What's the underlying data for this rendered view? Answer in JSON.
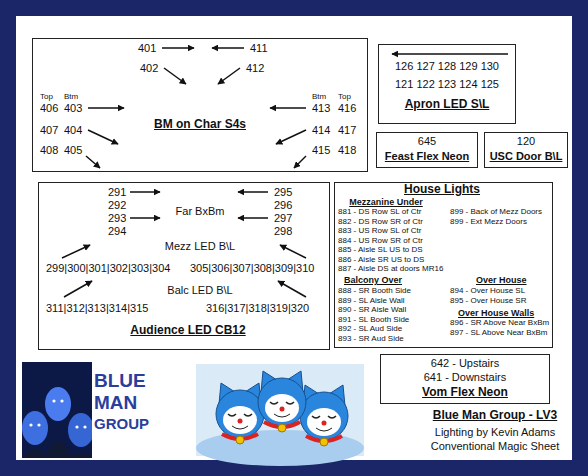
{
  "diagram": {
    "title": "Blue Man Group - LV3",
    "nodes": [
      {
        "text": [
          "401",
          "411",
          "402",
          "412",
          "Top",
          "Btm",
          "Btm",
          "Top",
          "406",
          "403",
          "413",
          "416",
          "BM on Char S4s",
          "407",
          "404",
          "414",
          "417",
          "408",
          "405",
          "415",
          "418"
        ]
      },
      {
        "text": [
          "126 127 128 129 130",
          "121 122 123 124 125",
          "Apron LED S\\L"
        ]
      },
      {
        "text": [
          "645",
          "Feast Flex Neon"
        ]
      },
      {
        "text": [
          "120",
          "USC Door B\\L"
        ]
      },
      {
        "text": [
          "291",
          "295",
          "292",
          "Far BxBm",
          "296",
          "293",
          "297",
          "294",
          "298",
          "Mezz LED B\\L",
          "299|300|301|302|303|304",
          "305|306|307|308|309|310",
          "Balc LED B\\L",
          "311|312|313|314|315",
          "316|317|318|319|320",
          "Audience LED CB12"
        ]
      },
      {
        "text": [
          "House Lights",
          "Mezzanine Under",
          "881 - DS Row SL of Ctr",
          "899 - Back of Mezz Doors",
          "882 - DS Row SR of Ctr",
          "899 - Ext Mezz Doors",
          "883 - US Row SL of Ctr",
          "884 - US Row SR of Ctr",
          "885 - Aisle SL US to DS",
          "886 - Aisle SR US to DS",
          "887 - Aisle DS at doors MR16",
          "Balcony Over",
          "Over House",
          "888 - SR Booth Side",
          "894 - Over House SL",
          "889 - SL Aisle Wall",
          "895 - Over House SR",
          "890 - SR Aisle Wall",
          "891 - SL Booth Side",
          "Over House Walls",
          "892 - SL Aud Side",
          "896 - SR Above Near BxBm",
          "893 - SR Aud Side",
          "897 - SL Above Near BxBm"
        ]
      },
      {
        "text": [
          "642 - Upstairs",
          "641 - Downstairs",
          "Vom Flex Neon"
        ]
      }
    ],
    "labels": [
      "BLUE",
      "MAN",
      "GROUP",
      "Lighting by Kevin Adams",
      "Conventional Magic Sheet"
    ]
  }
}
